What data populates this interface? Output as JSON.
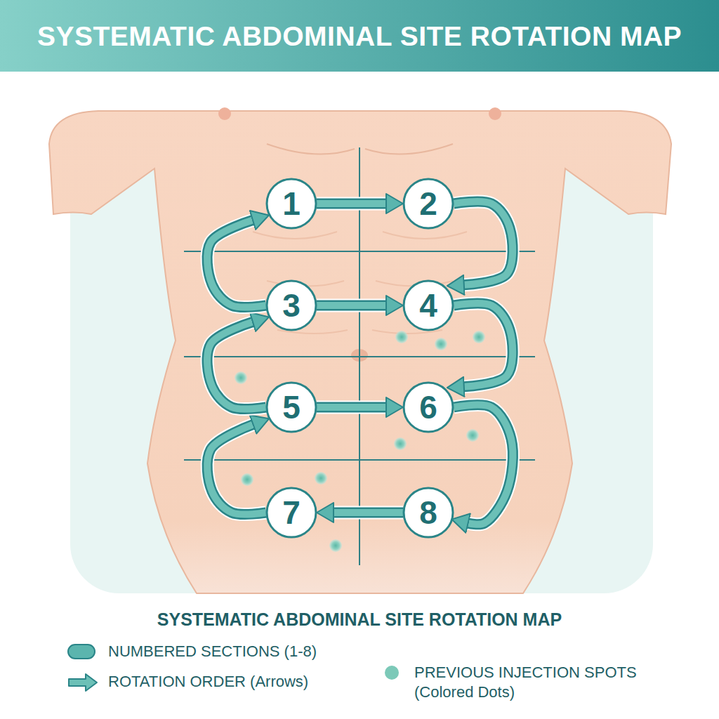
{
  "diagram": {
    "title": "SYSTEMATIC ABDOMINAL SITE ROTATION MAP",
    "caption": "SYSTEMATIC ABDOMINAL SITE ROTATION MAP",
    "nodes": [
      {
        "text": [
          "1"
        ]
      },
      {
        "text": [
          "2"
        ]
      },
      {
        "text": [
          "3"
        ]
      },
      {
        "text": [
          "4"
        ]
      },
      {
        "text": [
          "5"
        ]
      },
      {
        "text": [
          "6"
        ]
      },
      {
        "text": [
          "7"
        ]
      },
      {
        "text": [
          "8"
        ]
      }
    ],
    "edges": [
      {
        "from": 0,
        "to": 1,
        "arrow": "to"
      },
      {
        "from": 1,
        "to": 3,
        "arrow": "to"
      },
      {
        "from": 2,
        "to": 3,
        "arrow": "to"
      },
      {
        "from": 3,
        "to": 5,
        "arrow": "to"
      },
      {
        "from": 4,
        "to": 5,
        "arrow": "to"
      },
      {
        "from": 5,
        "to": 7,
        "arrow": "to"
      },
      {
        "from": 7,
        "to": 6,
        "arrow": "to"
      },
      {
        "from": 6,
        "to": 4,
        "arrow": "to"
      },
      {
        "from": 4,
        "to": 2,
        "arrow": "to"
      },
      {
        "from": 2,
        "to": 0,
        "arrow": "to"
      }
    ],
    "legend": [
      {
        "text": "NUMBERED SECTIONS (1-8)",
        "color": "#5bb5ae"
      },
      {
        "text": "ROTATION ORDER (Arrows)"
      },
      {
        "text": "PREVIOUS INJECTION SPOTS (Colored Dots)",
        "color": "#7cc9b8"
      }
    ]
  }
}
